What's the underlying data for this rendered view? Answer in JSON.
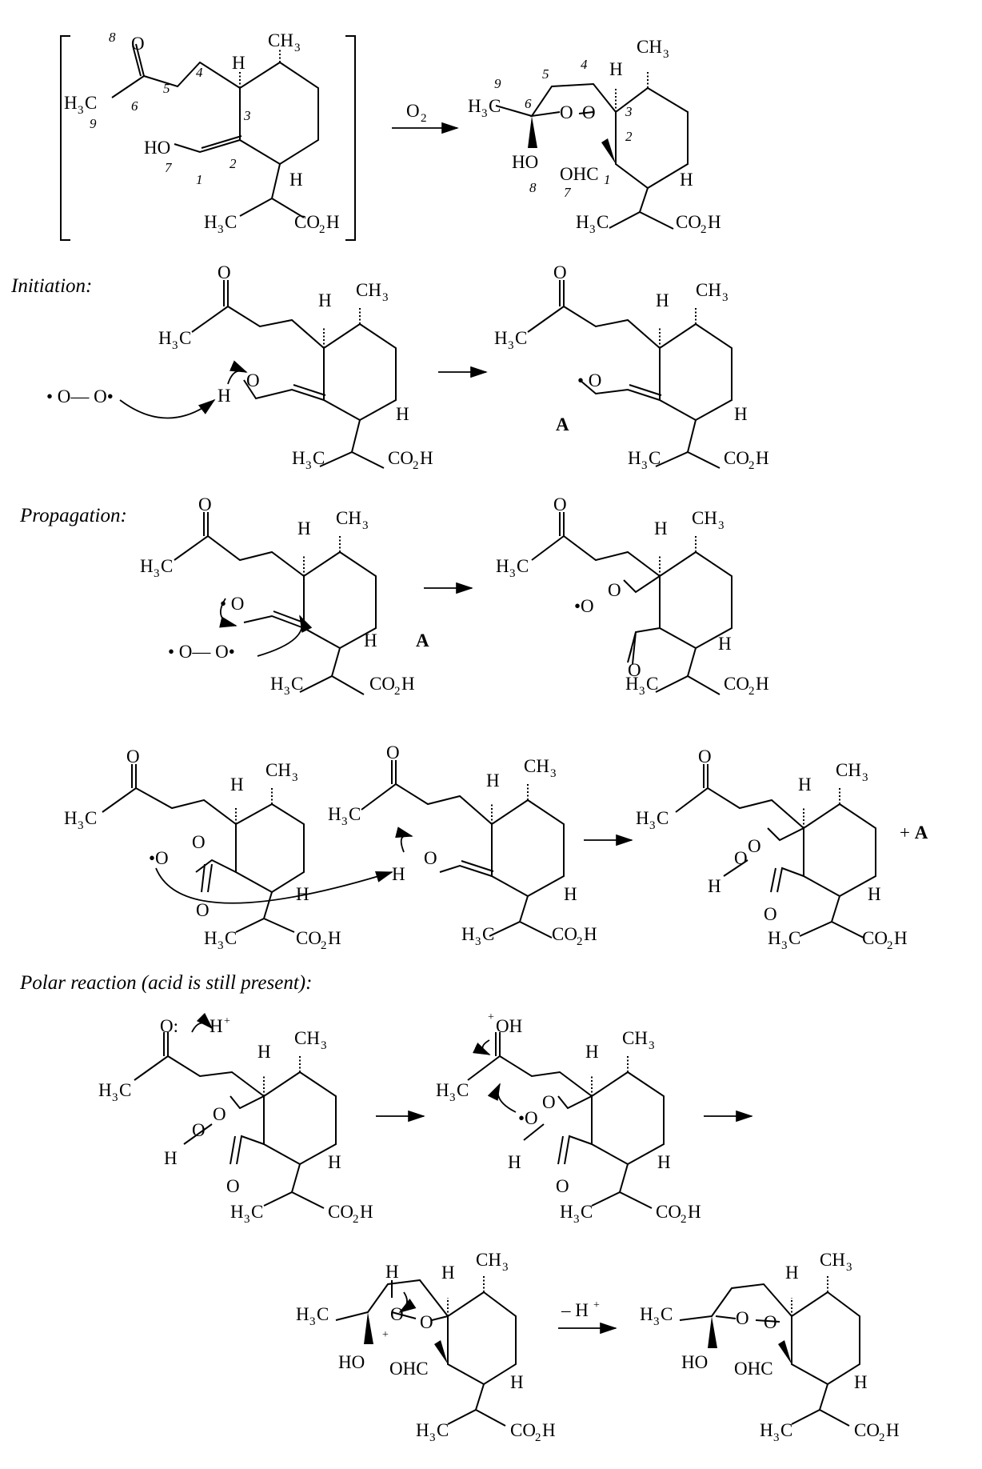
{
  "sections": {
    "initiation": "Initiation:",
    "propagation": "Propagation:",
    "polar": "Polar reaction (acid is still present):"
  },
  "reagents": {
    "o2": "O",
    "o2_sub": "2",
    "deprotonation": "– H",
    "deprotonation_sup": "+",
    "plus_a": "+ A"
  },
  "radical_label": "A",
  "atoms": {
    "ch3": "CH",
    "h3c": "H",
    "co2h": "CO",
    "h": "H",
    "o": "O",
    "ho": "HO",
    "ohc": "OHC",
    "oh": "OH",
    "sub3": "3",
    "sub2": "2"
  },
  "numbering": {
    "left": [
      "8",
      "9",
      "6",
      "5",
      "4",
      "3",
      "2",
      "1",
      "7"
    ],
    "right": [
      "9",
      "5",
      "4",
      "6",
      "3",
      "2",
      "8",
      "7",
      "1"
    ]
  }
}
